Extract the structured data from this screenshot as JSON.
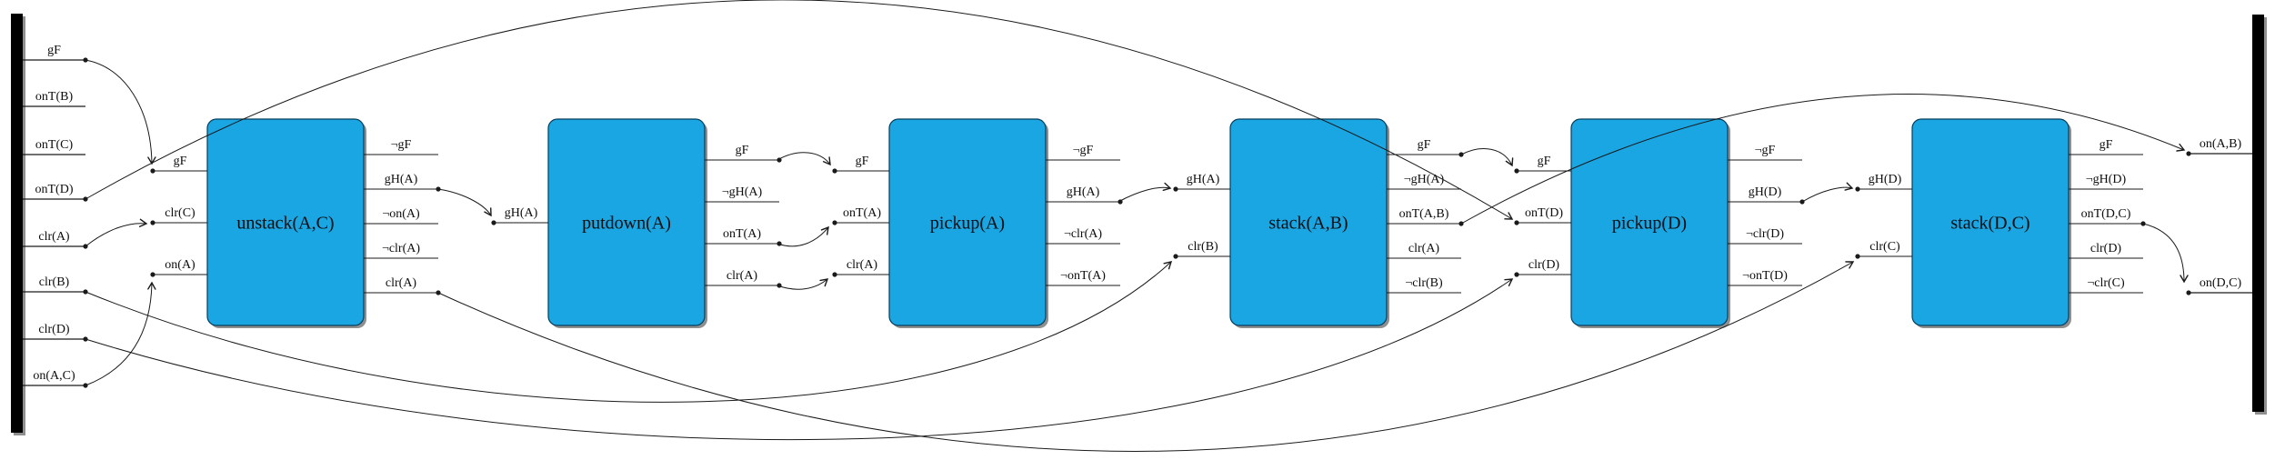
{
  "diagram": {
    "type": "plan-causal-graph",
    "initial_facts": [
      "gF",
      "onT(B)",
      "onT(C)",
      "onT(D)",
      "clr(A)",
      "clr(B)",
      "clr(D)",
      "on(A,C)"
    ],
    "goal_facts": [
      "on(A,B)",
      "on(D,C)"
    ],
    "actions": [
      {
        "name": "unstack(A,C)",
        "inputs": [
          "gF",
          "clr(C)",
          "on(A)"
        ],
        "outputs": [
          "¬gF",
          "gH(A)",
          "¬on(A)",
          "¬clr(A)",
          "clr(A)"
        ]
      },
      {
        "name": "putdown(A)",
        "inputs": [
          "gH(A)"
        ],
        "outputs": [
          "gF",
          "¬gH(A)",
          "onT(A)",
          "clr(A)"
        ]
      },
      {
        "name": "pickup(A)",
        "inputs": [
          "gF",
          "onT(A)",
          "clr(A)"
        ],
        "outputs": [
          "¬gF",
          "gH(A)",
          "¬clr(A)",
          "¬onT(A)"
        ]
      },
      {
        "name": "stack(A,B)",
        "inputs": [
          "gH(A)",
          "clr(B)"
        ],
        "outputs": [
          "gF",
          "¬gH(A)",
          "onT(A,B)",
          "clr(A)",
          "¬clr(B)"
        ]
      },
      {
        "name": "pickup(D)",
        "inputs": [
          "gF",
          "onT(D)",
          "clr(D)"
        ],
        "outputs": [
          "¬gF",
          "gH(D)",
          "¬clr(D)",
          "¬onT(D)"
        ]
      },
      {
        "name": "stack(D,C)",
        "inputs": [
          "gH(D)",
          "clr(C)"
        ],
        "outputs": [
          "gF",
          "¬gH(D)",
          "onT(D,C)",
          "clr(D)",
          "¬clr(C)"
        ]
      }
    ],
    "edges": [
      {
        "from": "init.gF",
        "to": "a0.in.gF"
      },
      {
        "from": "init.clr(A)",
        "to": "a0.in.clr(C)"
      },
      {
        "from": "init.on(A,C)",
        "to": "a0.in.on(A)"
      },
      {
        "from": "a0.out.gH(A)",
        "to": "a1.in.gH(A)"
      },
      {
        "from": "a0.out.clr(A)",
        "to": "a5.in.clr(C)"
      },
      {
        "from": "a1.out.gF",
        "to": "a2.in.gF"
      },
      {
        "from": "a1.out.onT(A)",
        "to": "a2.in.onT(A)"
      },
      {
        "from": "a1.out.clr(A)",
        "to": "a2.in.clr(A)"
      },
      {
        "from": "a2.out.gH(A)",
        "to": "a3.in.gH(A)"
      },
      {
        "from": "init.clr(B)",
        "to": "a3.in.clr(B)"
      },
      {
        "from": "a3.out.gF",
        "to": "a4.in.gF"
      },
      {
        "from": "init.onT(D)",
        "to": "a4.in.onT(D)"
      },
      {
        "from": "init.clr(D)",
        "to": "a4.in.clr(D)"
      },
      {
        "from": "a4.out.gH(D)",
        "to": "a5.in.gH(D)"
      },
      {
        "from": "a3.out.onT(A,B)",
        "to": "goal.on(A,B)"
      },
      {
        "from": "a5.out.onT(D,C)",
        "to": "goal.on(D,C)"
      }
    ],
    "colors": {
      "action_fill": "#1aa5e3",
      "action_border": "#063f5c",
      "edge": "#1a1a1a",
      "bar": "#000000",
      "shadow": "#8f8f8f",
      "background": "#ffffff"
    }
  }
}
